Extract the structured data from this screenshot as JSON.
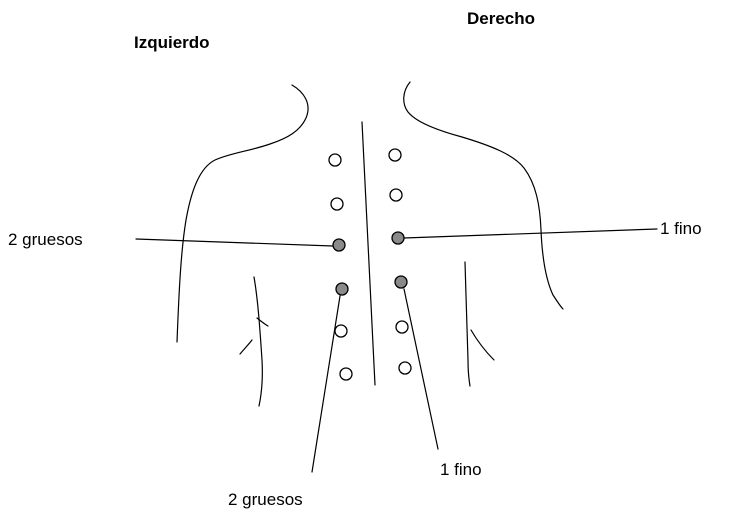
{
  "labels": {
    "left_side": "Izquierdo",
    "right_side": "Derecho",
    "left_horizontal": "2 gruesos",
    "right_horizontal": "1 fino",
    "left_lower": "2 gruesos",
    "right_lower": "1 fino"
  },
  "colors": {
    "ink": "#000000",
    "marked_point": "#8a8a8a"
  },
  "points": {
    "left_column": [
      "open",
      "open",
      "marked",
      "marked",
      "open",
      "open"
    ],
    "right_column": [
      "open",
      "open",
      "marked",
      "marked",
      "open",
      "open"
    ]
  }
}
